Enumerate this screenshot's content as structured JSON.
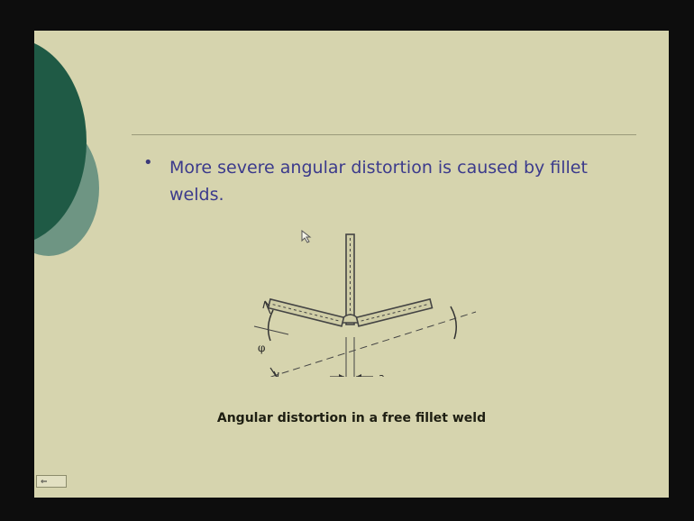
{
  "slide": {
    "bullet": "More severe angular distortion is caused by fillet welds.",
    "figure": {
      "phi_label": "φ",
      "a_label": "a"
    },
    "caption": "Angular distortion in a free fillet weld",
    "nav_label": "⇐"
  },
  "colors": {
    "slide_background": "#d6d4ae",
    "bullet_text": "#3b3a8c",
    "decoration_dark": "#1f5a45",
    "decoration_light": "#6e9583"
  }
}
